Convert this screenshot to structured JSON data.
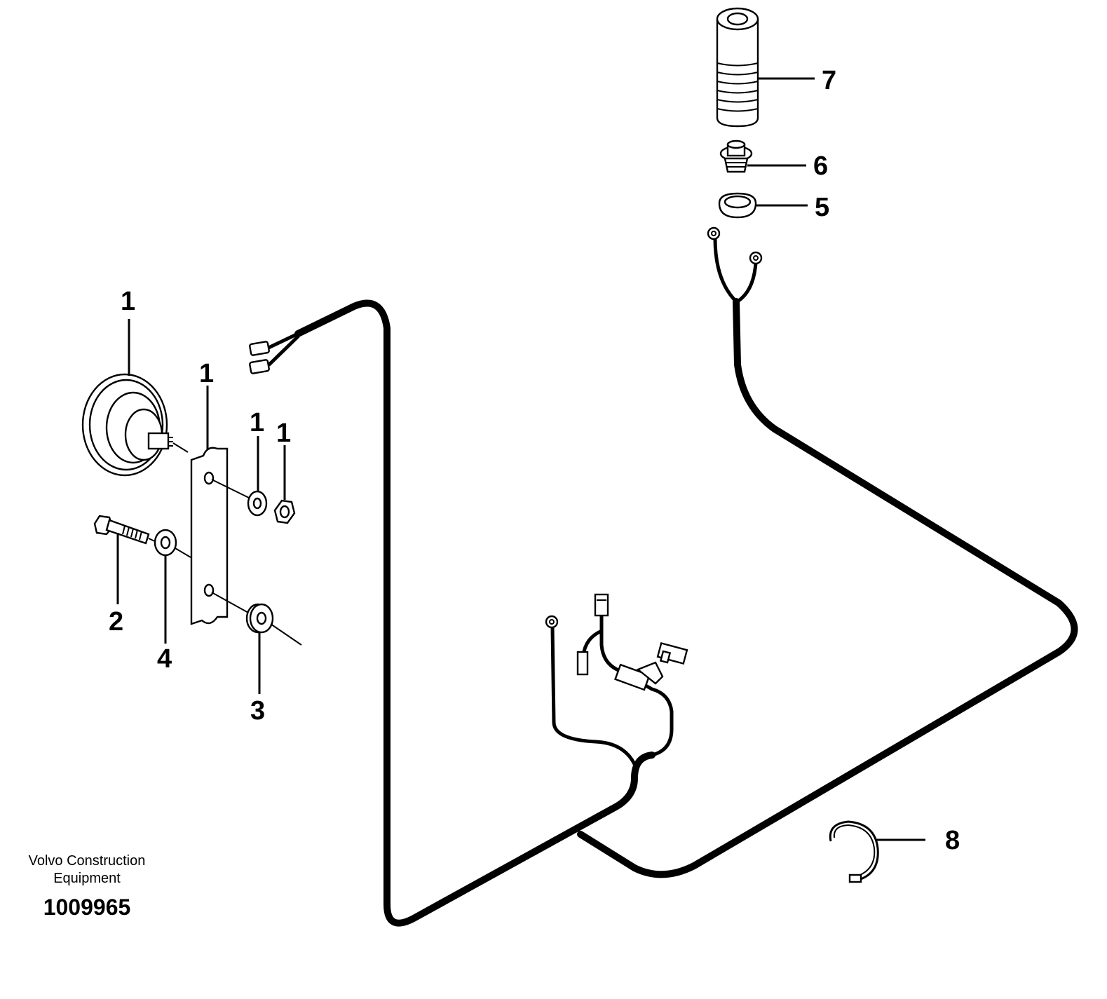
{
  "diagram": {
    "callouts": [
      {
        "id": "horn",
        "label": "1"
      },
      {
        "id": "bracket",
        "label": "1"
      },
      {
        "id": "washer-upper",
        "label": "1"
      },
      {
        "id": "nut",
        "label": "1"
      },
      {
        "id": "bolt",
        "label": "2"
      },
      {
        "id": "washer-lower",
        "label": "4"
      },
      {
        "id": "spacer",
        "label": "3"
      },
      {
        "id": "button-cap",
        "label": "7"
      },
      {
        "id": "switch",
        "label": "6"
      },
      {
        "id": "grommet",
        "label": "5"
      },
      {
        "id": "cable-clamp",
        "label": "8"
      }
    ]
  },
  "footer": {
    "brand_line1": "Volvo Construction",
    "brand_line2": "Equipment",
    "drawing_number": "1009965"
  }
}
